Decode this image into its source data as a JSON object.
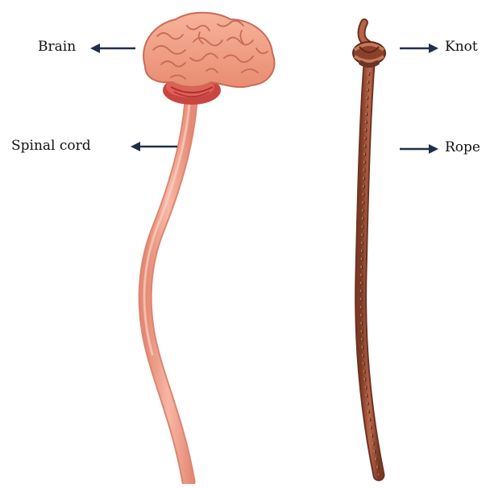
{
  "labels": {
    "brain": "Brain",
    "spinal_cord": "Spinal cord",
    "knot": "Knot",
    "rope": "Rope"
  },
  "colors": {
    "brain": "#f0a085",
    "brain_folds": "#c86a55",
    "brainstem": "#d9534a",
    "cord": "#f3a996",
    "cord_edge": "#dd8470",
    "rope": "#a8583d",
    "rope_dark": "#6e3322",
    "arrow": "#1f2f4a"
  }
}
